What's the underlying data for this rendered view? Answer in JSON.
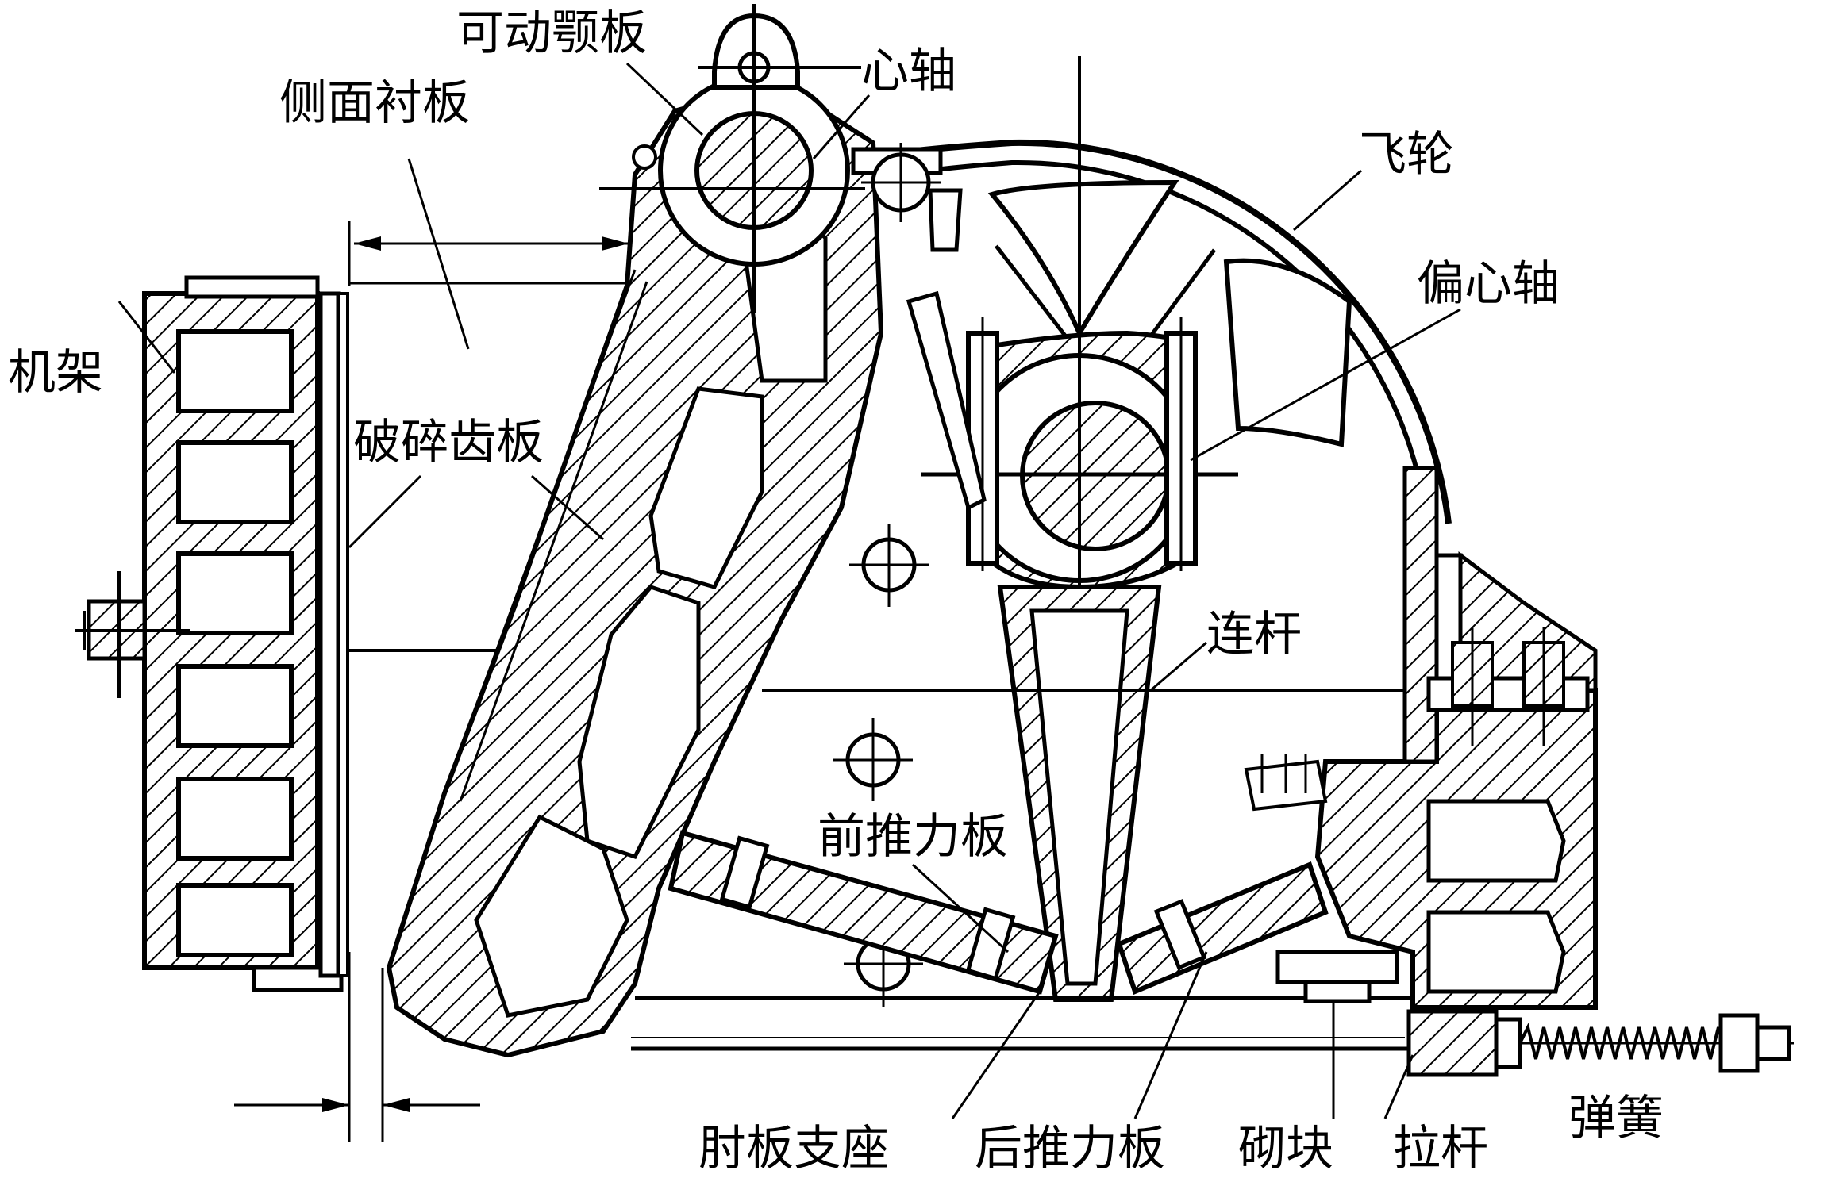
{
  "diagram": {
    "stroke_color": "#000000",
    "background": "#ffffff",
    "labels": {
      "movable_jaw": "可动颚板",
      "spindle": "心轴",
      "side_liner": "侧面衬板",
      "flywheel": "飞轮",
      "eccentric_shaft": "偏心轴",
      "frame": "机架",
      "crushing_plate": "破碎齿板",
      "connecting_rod": "连杆",
      "front_toggle": "前推力板",
      "toggle_seat": "肘板支座",
      "rear_toggle": "后推力板",
      "shim_block": "砌块",
      "tie_rod": "拉杆",
      "spring": "弹簧"
    }
  }
}
